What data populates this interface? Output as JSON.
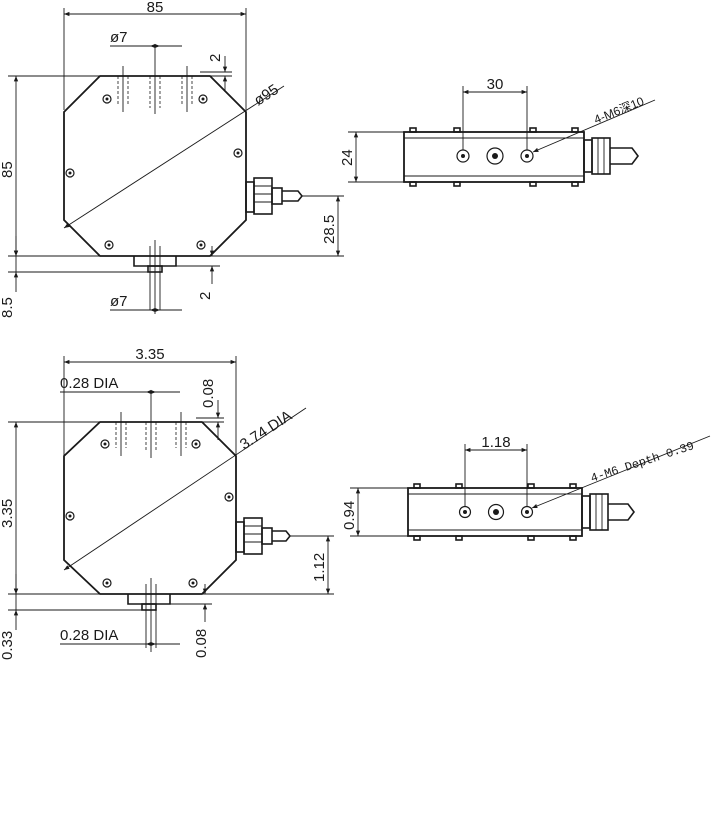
{
  "views": {
    "metric_front": {
      "width": "85",
      "bolt_dia": "ø7",
      "depth": "2",
      "diameter": "ø95",
      "height": "85",
      "offset": "28.5",
      "bottom_flange": "8.5",
      "bottom_dia": "ø7",
      "bottom_depth": "2"
    },
    "metric_side": {
      "spacing": "30",
      "thread": "4-M6深10",
      "thickness": "24"
    },
    "imperial_front": {
      "width": "3.35",
      "bolt_dia": "0.28 DIA",
      "depth": "0.08",
      "diameter": "3.74 DIA",
      "height": "3.35",
      "offset": "1.12",
      "bottom_flange": "0.33",
      "bottom_dia": "0.28 DIA",
      "bottom_depth": "0.08"
    },
    "imperial_side": {
      "spacing": "1.18",
      "thread": "4-M6 Depth 0.39",
      "thickness": "0.94"
    }
  }
}
